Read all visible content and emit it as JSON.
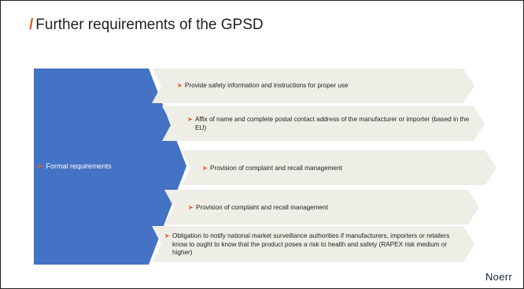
{
  "slide": {
    "title": "Further requirements of the GPSD",
    "title_mark": "/",
    "chevron_label": "Formal requirements",
    "arrow_glyph": "➤",
    "items": [
      "Provide safety information and instructions for proper use",
      "Affix of name and complete postal contact address of the manufacturer or importer (based in the EU)",
      "Provision of complaint and recall management",
      "Provision of complaint and recall management",
      "Obligation to notify national market surveillance authorities if manufacturers, importers or retailers know to ought to know that the product poses a risk to health and safety (RAPEX risk medium or higher)"
    ],
    "logo": "Noerr"
  },
  "colors": {
    "accent": "#e8541c",
    "chevron_blue": "#4472c4",
    "row_background": "#eeede6",
    "text": "#222222"
  }
}
